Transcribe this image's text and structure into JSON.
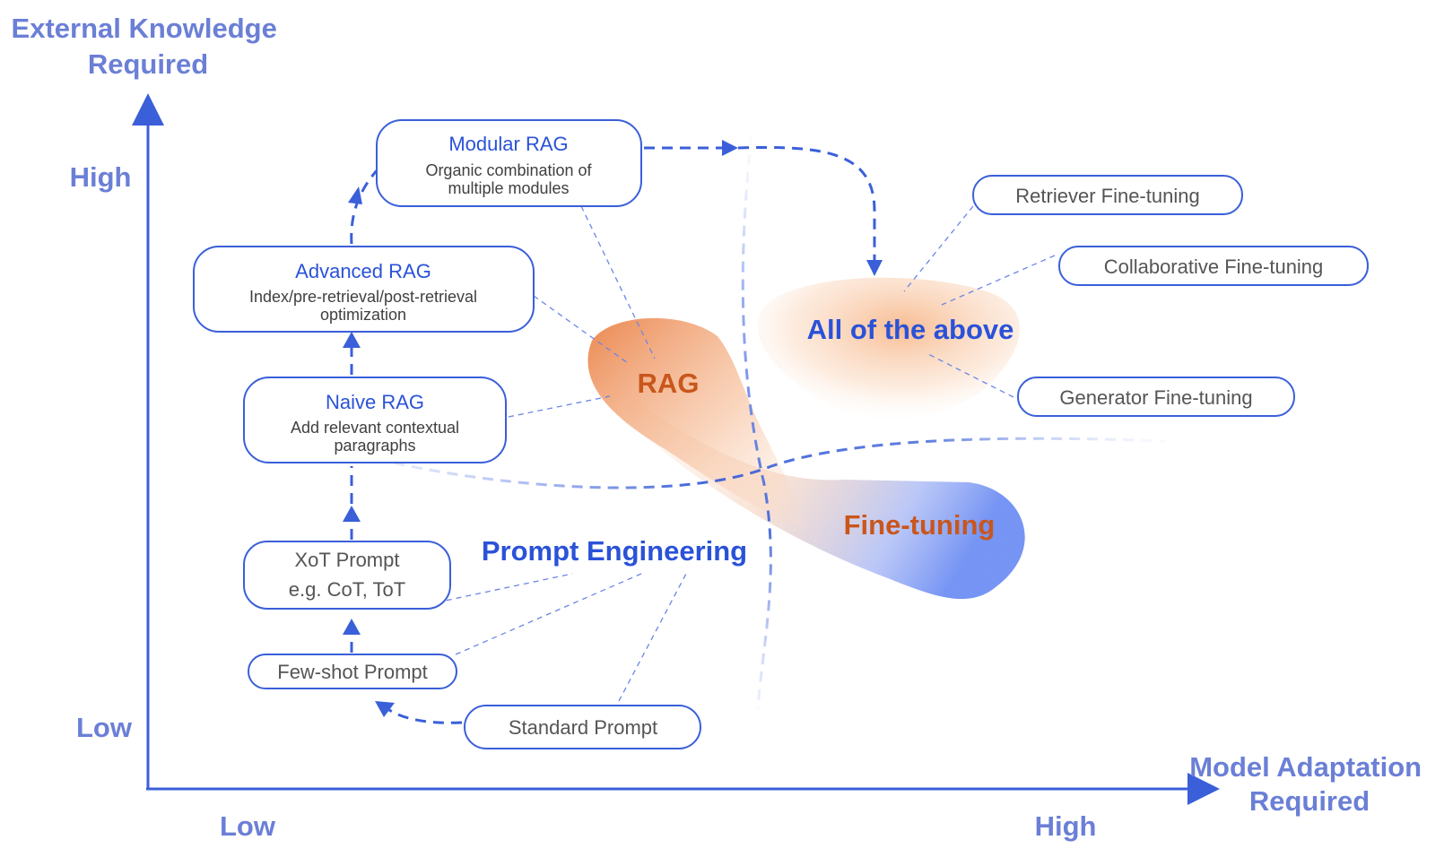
{
  "axes": {
    "y_title_line1": "External Knowledge",
    "y_title_line2": "Required",
    "y_high": "High",
    "y_low": "Low",
    "x_title_line1": "Model Adaptation",
    "x_title_line2": "Required",
    "x_low": "Low",
    "x_high": "High"
  },
  "regions": {
    "prompt_engineering": "Prompt Engineering",
    "rag": "RAG",
    "fine_tuning": "Fine-tuning",
    "all_of_the_above": "All of the above"
  },
  "boxes": {
    "modular_rag": {
      "title": "Modular RAG",
      "line1": "Organic combination of",
      "line2": "multiple modules"
    },
    "advanced_rag": {
      "title": "Advanced RAG",
      "line1": "Index/pre-retrieval/post-retrieval",
      "line2": "optimization"
    },
    "naive_rag": {
      "title": "Naive RAG",
      "line1": "Add relevant contextual",
      "line2": "paragraphs"
    },
    "xot_prompt": {
      "line1": "XoT Prompt",
      "line2": "e.g. CoT, ToT"
    },
    "few_shot_prompt": "Few-shot Prompt",
    "standard_prompt": "Standard Prompt",
    "retriever_ft": "Retriever Fine-tuning",
    "collaborative_ft": "Collaborative Fine-tuning",
    "generator_ft": "Generator Fine-tuning"
  },
  "colors": {
    "axis": "#3a5fd9",
    "axis_text": "#6b7fd6",
    "box_border": "#3a5fd9",
    "title_blue": "#2a52d8",
    "orange_text": "#c9561c",
    "orange_fill": "#f0a06a",
    "blue_fill": "#7f9cf5"
  }
}
